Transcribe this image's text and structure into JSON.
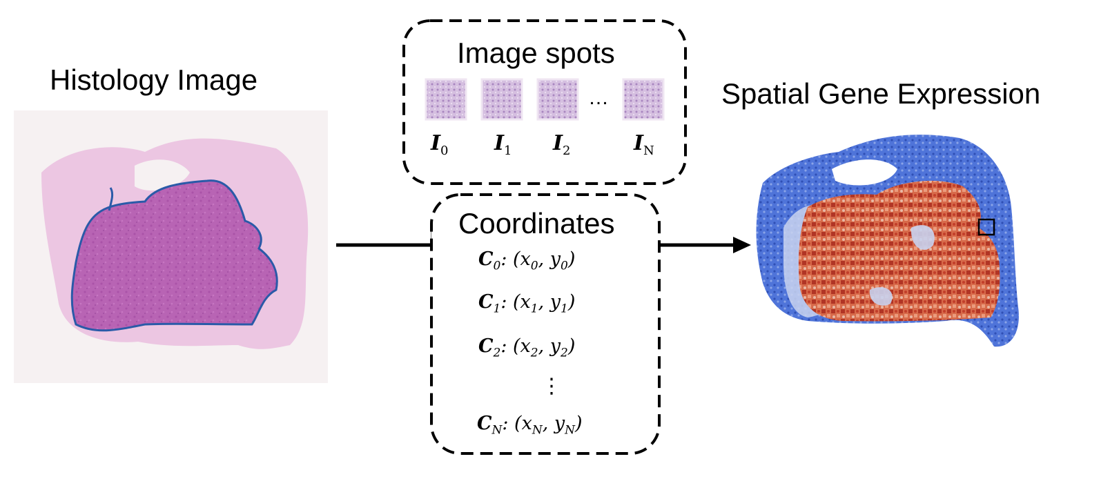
{
  "titles": {
    "histology": "Histology Image",
    "spatial": "Spatial Gene Expression"
  },
  "image_spots": {
    "title": "Image spots",
    "labels": [
      {
        "symbol": "I",
        "sub": "0"
      },
      {
        "symbol": "I",
        "sub": "1"
      },
      {
        "symbol": "I",
        "sub": "2"
      },
      {
        "symbol": "I",
        "sub": "N"
      }
    ],
    "ellipsis": "…"
  },
  "coordinates": {
    "title": "Coordinates",
    "entries": [
      {
        "symbol": "C",
        "sub": "0",
        "x": "x",
        "xsub": "0",
        "y": "y",
        "ysub": "0"
      },
      {
        "symbol": "C",
        "sub": "1",
        "x": "x",
        "xsub": "1",
        "y": "y",
        "ysub": "1"
      },
      {
        "symbol": "C",
        "sub": "2",
        "x": "x",
        "xsub": "2",
        "y": "y",
        "ysub": "2"
      },
      {
        "symbol": "C",
        "sub": "N",
        "x": "x",
        "xsub": "N",
        "y": "y",
        "ysub": "N"
      }
    ],
    "vellipsis": "⋮"
  },
  "colors": {
    "tissue_light": "#ecc6e2",
    "tumor": "#b864b4",
    "tumor_outline": "#2a5aa8",
    "expr_low": "#4a6fd8",
    "expr_high": "#c8442c",
    "expr_mid": "#c9d3ef",
    "spot_tile": "#cdaed8"
  }
}
